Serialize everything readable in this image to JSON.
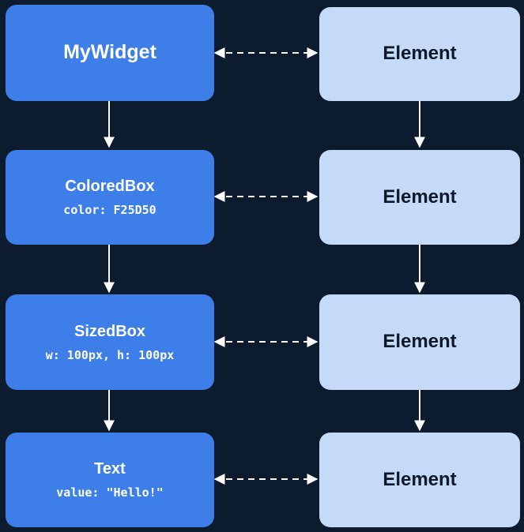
{
  "widgets": [
    {
      "name": "MyWidget",
      "prop": ""
    },
    {
      "name": "ColoredBox",
      "prop": "color: F25D50"
    },
    {
      "name": "SizedBox",
      "prop": "w: 100px, h: 100px"
    },
    {
      "name": "Text",
      "prop": "value: \"Hello!\""
    }
  ],
  "elements": [
    "Element",
    "Element",
    "Element",
    "Element"
  ],
  "colors": {
    "background": "#0d1b2e",
    "widget": "#3d7ee8",
    "element": "#c5daf7",
    "connector": "#ffffff"
  }
}
